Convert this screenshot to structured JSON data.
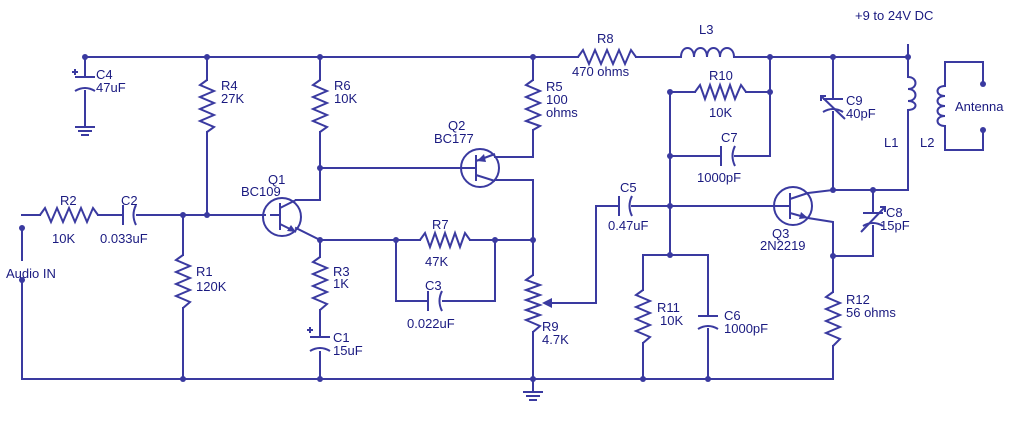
{
  "supply_label": "+9 to 24V DC",
  "input_label": "Audio IN",
  "antenna_label": "Antenna",
  "components": {
    "R1": {
      "name": "R1",
      "value": "120K"
    },
    "R2": {
      "name": "R2",
      "value": "10K"
    },
    "R3": {
      "name": "R3",
      "value": "1K"
    },
    "R4": {
      "name": "R4",
      "value": "27K"
    },
    "R5": {
      "name": "R5",
      "value": "100",
      "value2": "ohms"
    },
    "R6": {
      "name": "R6",
      "value": "10K"
    },
    "R7": {
      "name": "R7",
      "value": "47K"
    },
    "R8": {
      "name": "R8",
      "value": "470 ohms"
    },
    "R9": {
      "name": "R9",
      "value": "4.7K"
    },
    "R10": {
      "name": "R10",
      "value": "10K"
    },
    "R11": {
      "name": "R11",
      "value": "10K"
    },
    "R12": {
      "name": "R12",
      "value": "56 ohms"
    },
    "C1": {
      "name": "C1",
      "value": "15uF"
    },
    "C2": {
      "name": "C2",
      "value": "0.033uF"
    },
    "C3": {
      "name": "C3",
      "value": "0.022uF"
    },
    "C4": {
      "name": "C4",
      "value": "47uF"
    },
    "C5": {
      "name": "C5",
      "value": "0.47uF"
    },
    "C6": {
      "name": "C6",
      "value": "1000pF"
    },
    "C7": {
      "name": "C7",
      "value": "1000pF"
    },
    "C8": {
      "name": "C8",
      "value": "15pF"
    },
    "C9": {
      "name": "C9",
      "value": "40pF"
    },
    "L1": {
      "name": "L1"
    },
    "L2": {
      "name": "L2"
    },
    "L3": {
      "name": "L3"
    },
    "Q1": {
      "name": "Q1",
      "value": "BC109"
    },
    "Q2": {
      "name": "Q2",
      "value": "BC177"
    },
    "Q3": {
      "name": "Q3",
      "value": "2N2219"
    }
  }
}
